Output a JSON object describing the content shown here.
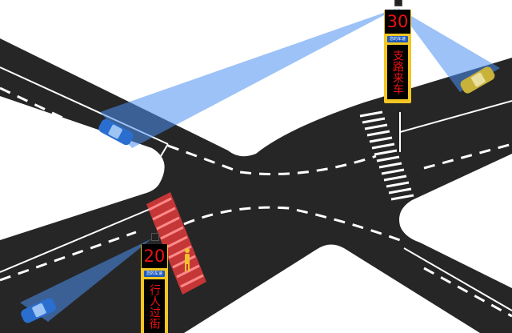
{
  "signs": [
    {
      "speed": "30",
      "label": "您的车速",
      "message": "支路来车"
    },
    {
      "speed": "20",
      "label": "您的车速",
      "message": "行人过街"
    }
  ],
  "colors": {
    "road": "#262626",
    "radar_beam": "#4a90f0",
    "crosswalk_active": "#e23a3a",
    "sign_frame": "#f3c623",
    "led": "#e11111"
  }
}
